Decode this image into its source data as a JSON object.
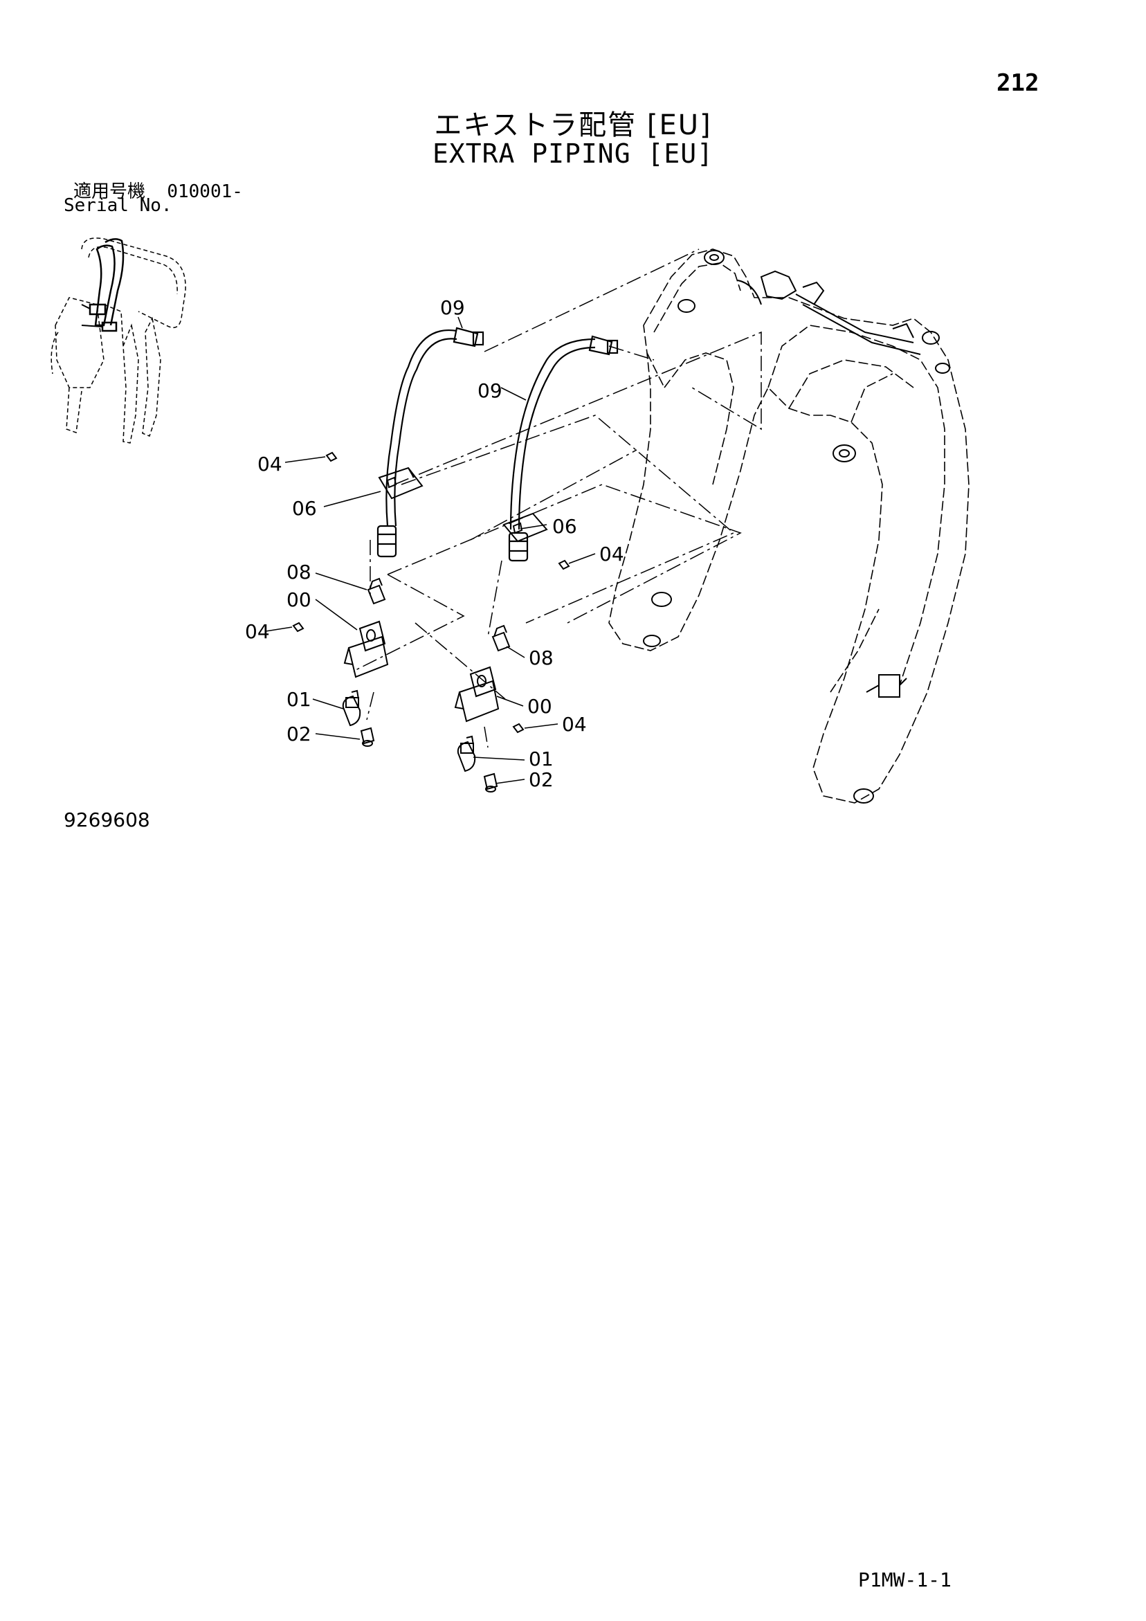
{
  "header": {
    "page_number": "212",
    "title_jp": "エキストラ配管 [EU]",
    "title_en": "EXTRA PIPING [EU]"
  },
  "serial": {
    "label_jp": "適用号機",
    "number": "010001-",
    "label_en": "Serial No."
  },
  "footer": {
    "drawing_number": "9269608",
    "page_code": "P1MW-1-1"
  },
  "callouts": {
    "c1": "09",
    "c2": "09",
    "c3": "04",
    "c4": "06",
    "c5": "06",
    "c6": "04",
    "c7": "08",
    "c8": "00",
    "c9": "04",
    "c10": "08",
    "c11": "01",
    "c12": "00",
    "c13": "04",
    "c14": "02",
    "c15": "01",
    "c16": "02"
  }
}
